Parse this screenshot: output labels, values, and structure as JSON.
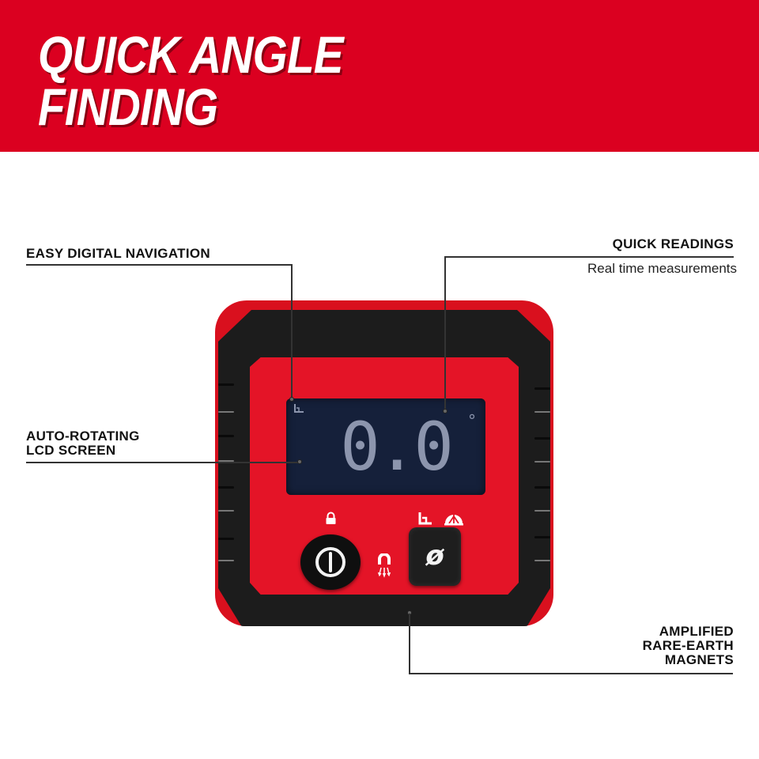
{
  "banner": {
    "title_line1": "QUICK ANGLE",
    "title_line2": "FINDING",
    "background_color": "#DB0020",
    "text_color": "#FFFFFF"
  },
  "callouts": {
    "easy_navigation": {
      "title": "EASY DIGITAL NAVIGATION"
    },
    "quick_readings": {
      "title": "QUICK READINGS",
      "subtitle": "Real time measurements"
    },
    "auto_rotating": {
      "title_line1": "AUTO-ROTATING",
      "title_line2": "LCD SCREEN"
    },
    "magnets": {
      "title_line1": "AMPLIFIED",
      "title_line2": "RARE-EARTH",
      "title_line3": "MAGNETS"
    }
  },
  "device": {
    "lcd": {
      "reading": "0.0",
      "unit": "°",
      "mode_icon": "relative-angle-icon",
      "background_color": "#15203A",
      "segment_color": "#8C95AD"
    },
    "buttons": {
      "power": {
        "icon": "power-icon",
        "above_icon": "lock-icon"
      },
      "zero": {
        "glyph": "ø",
        "above_icons": [
          "relative-angle-icon",
          "absolute-angle-icon"
        ]
      }
    },
    "magnet_icon": "magnet-icon",
    "housing_color": "#D9101E",
    "bumper_color": "#1C1C1C"
  }
}
